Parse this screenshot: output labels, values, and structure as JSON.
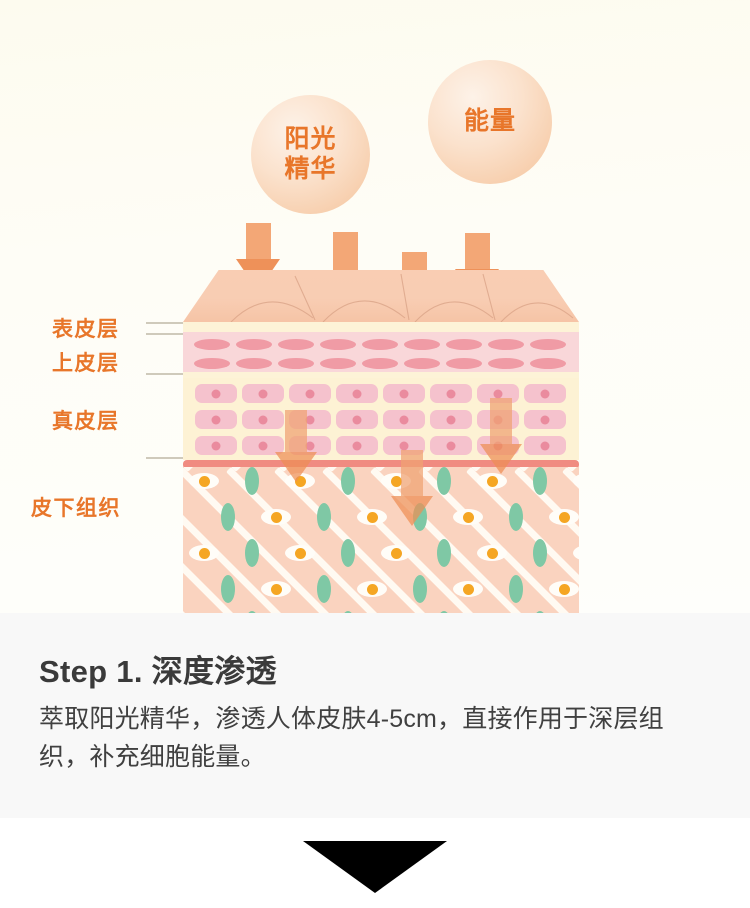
{
  "illustration": {
    "bubbles": [
      {
        "name": "sunlight-essence",
        "lines": [
          "阳光",
          "精华"
        ],
        "color": "#e8762a"
      },
      {
        "name": "energy",
        "lines": [
          "能量"
        ],
        "color": "#e8762a"
      }
    ],
    "skin_layers": [
      {
        "key": "epidermis",
        "label": "表皮层"
      },
      {
        "key": "upper-epidermis",
        "label": "上皮层"
      },
      {
        "key": "dermis",
        "label": "真皮层"
      },
      {
        "key": "subcutaneous",
        "label": "皮下组织"
      }
    ],
    "label_color": "#e8762a",
    "arrow_color": "#ee9159",
    "accent_red_line": "#f08b81",
    "fat_cell_color": "#f5a623",
    "node_color": "#7fc8a5"
  },
  "step": {
    "title": "Step 1. 深度渗透",
    "body": "萃取阳光精华，渗透人体皮肤4-5cm，直接作用于深层组织，补充细胞能量。",
    "title_color": "#3a3a3a",
    "panel_bg": "#f8f8f8"
  },
  "footer": {
    "arrow_icon": "triangle-down-icon",
    "arrow_color": "#000000"
  }
}
